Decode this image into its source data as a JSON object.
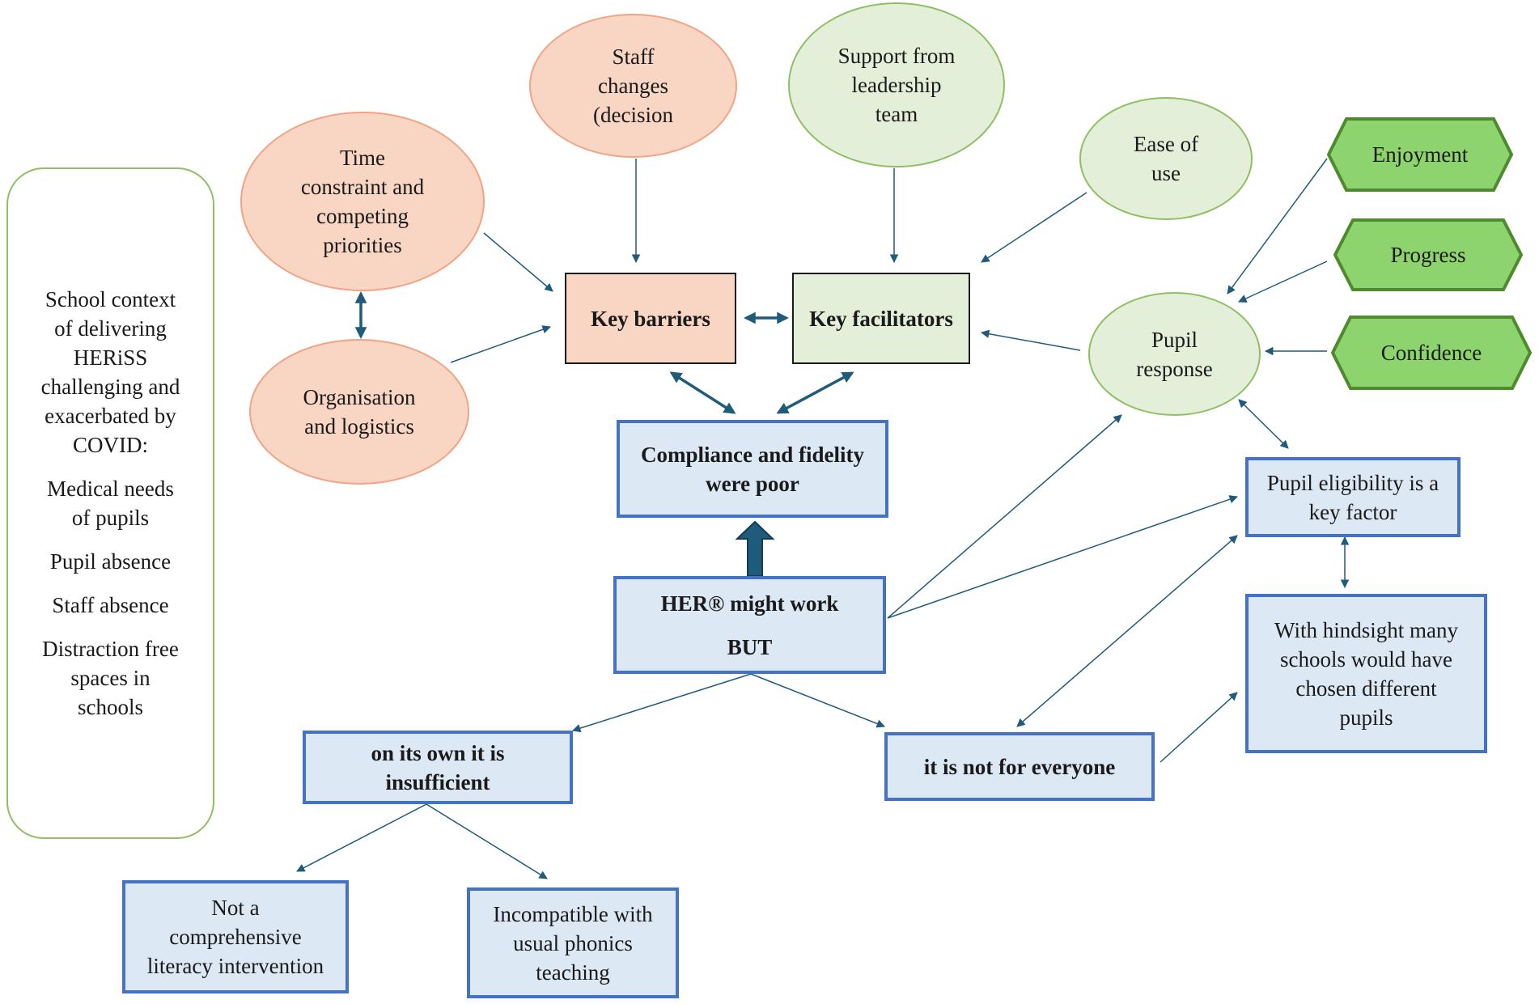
{
  "context_box": {
    "paragraphs": [
      "School context\nof delivering\nHERiSS\nchallenging and\nexacerbated by\nCOVID:",
      "Medical needs\nof pupils",
      "Pupil absence",
      "Staff absence",
      "Distraction free\nspaces in\nschools"
    ]
  },
  "barriers": {
    "time": "Time\nconstraint and\ncompeting\npriorities",
    "staff": "Staff\nchanges\n(decision",
    "organisation": "Organisation\nand logistics",
    "key": "Key barriers"
  },
  "facilitators": {
    "support": "Support from\nleadership\nteam",
    "ease": "Ease of\nuse",
    "key": "Key facilitators",
    "pupil_response": "Pupil\nresponse"
  },
  "outcomes": {
    "enjoyment": "Enjoyment",
    "progress": "Progress",
    "confidence": "Confidence"
  },
  "findings": {
    "compliance": "Compliance and fidelity\nwere poor",
    "her_might_work": "HER® might work",
    "but": "BUT",
    "on_its_own": "on its own it is\ninsufficient",
    "not_for_everyone": "it is not for everyone",
    "eligibility": "Pupil eligibility is a\nkey factor",
    "hindsight": "With hindsight many\nschools would have\nchosen different\npupils",
    "not_comprehensive": "Not a\ncomprehensive\nliteracy intervention",
    "incompatible": "Incompatible with\nusual phonics\nteaching"
  },
  "colors": {
    "barrier_fill": "#f9d5c4",
    "barrier_border": "#efa585",
    "facilitator_fill": "#e3efd9",
    "facilitator_border": "#8fbf62",
    "outcome_fill": "#8ed46e",
    "outcome_border": "#4e8a2e",
    "finding_fill": "#dde8f5",
    "finding_border": "#4472c4",
    "arrow": "#1f5b7a"
  }
}
